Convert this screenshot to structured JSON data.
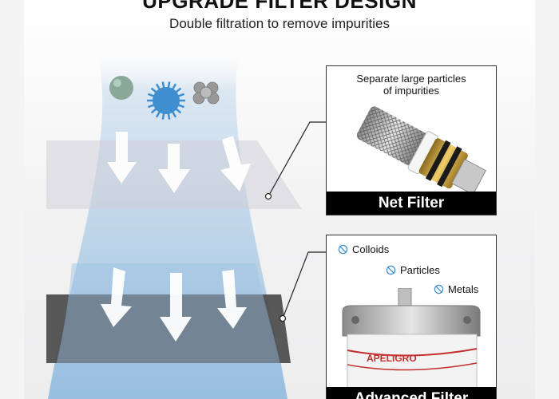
{
  "header": {
    "title": "UPGRADE FILTER DESIGN",
    "subtitle": "Double filtration to remove impurities"
  },
  "net_filter": {
    "caption_line1": "Separate large particles",
    "caption_line2": "of impurities",
    "label": "Net Filter"
  },
  "advanced_filter": {
    "features": [
      {
        "label": "Colloids",
        "icon": "filter-check-icon"
      },
      {
        "label": "Particles",
        "icon": "filter-check-icon"
      },
      {
        "label": "Metals",
        "icon": "filter-check-icon"
      }
    ],
    "brand_text": "APELIGRO",
    "label": "Advanced Filter"
  },
  "colors": {
    "stream": "#9fc3e0",
    "layer_top": "#d6d6de",
    "layer_bottom": "#4a4a4a",
    "icon_accent": "#3b8fcf"
  }
}
